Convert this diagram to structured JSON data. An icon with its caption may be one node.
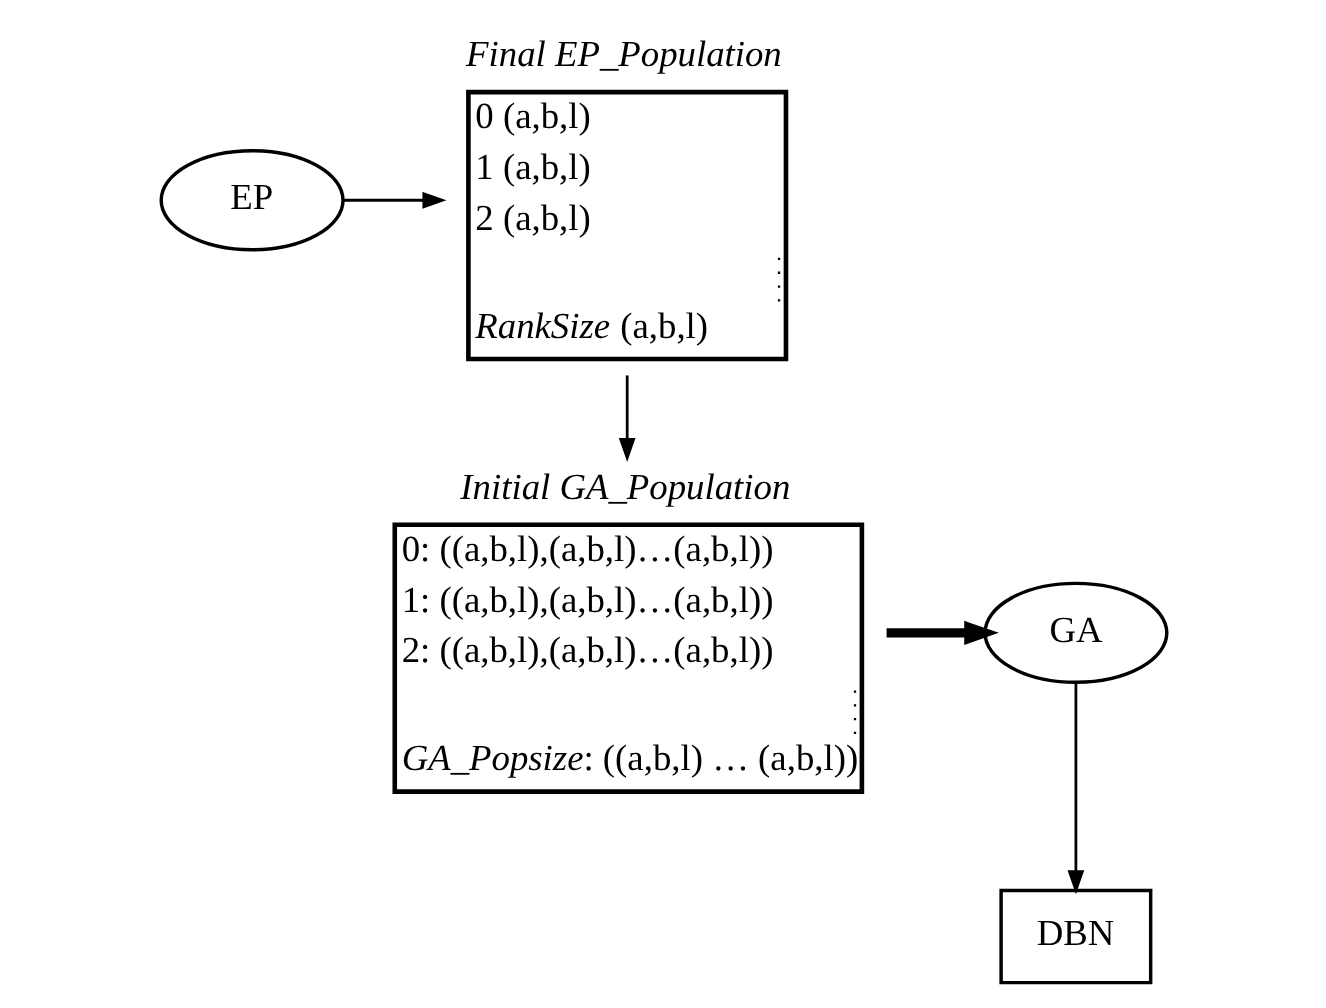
{
  "diagram": {
    "nodes": [
      {
        "text": [
          "EP"
        ]
      },
      {
        "text": [
          "Final EP_Population",
          "0 (a,b,l)",
          "1 (a,b,l)",
          "2 (a,b,l)",
          "*RankSize* (a,b,l)"
        ]
      },
      {
        "text": [
          "Initial GA_Population",
          "0: ((a,b,l),(a,b,l)…(a,b,l))",
          "1: ((a,b,l),(a,b,l)…(a,b,l))",
          "2: ((a,b,l),(a,b,l)…(a,b,l))",
          "*GA_Popsize*: ((a,b,l) … (a,b,l))"
        ]
      },
      {
        "text": [
          "GA"
        ]
      },
      {
        "text": [
          "DBN"
        ]
      }
    ],
    "edges": [
      {
        "from": 0,
        "to": 1,
        "arrow": "to"
      },
      {
        "from": 1,
        "to": 2,
        "arrow": "to"
      },
      {
        "from": 2,
        "to": 3,
        "arrow": "to",
        "style": "thick"
      },
      {
        "from": 3,
        "to": 4,
        "arrow": "to"
      }
    ]
  }
}
